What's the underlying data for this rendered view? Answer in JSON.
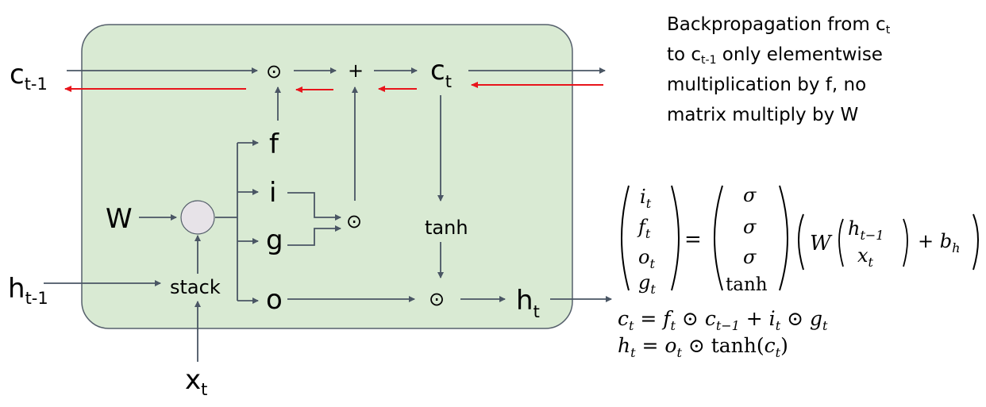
{
  "diagram": {
    "title": "LSTM cell",
    "colors": {
      "cell_fill": "#d9ead3",
      "cell_stroke": "#56606c",
      "arrow": "#4a5664",
      "backprop_arrow": "#e8141b",
      "node_fill": "#e7e3e8"
    },
    "inputs": {
      "c_prev": {
        "base": "c",
        "sub": "t-1"
      },
      "h_prev": {
        "base": "h",
        "sub": "t-1"
      },
      "x": {
        "base": "x",
        "sub": "t"
      },
      "W": "W"
    },
    "nodes": {
      "stack": "stack",
      "f_mult": "⊙",
      "plus": "+",
      "c_t": {
        "base": "c",
        "sub": "t"
      },
      "gate_f": "f",
      "gate_i": "i",
      "gate_g": "g",
      "gate_o": "o",
      "ig_mult": "⊙",
      "tanh": "tanh",
      "o_mult": "⊙",
      "h_t": {
        "base": "h",
        "sub": "t"
      }
    },
    "annotation": {
      "line1": "Backpropagation from c",
      "line1_sub": "t",
      "line2_pre": "to c",
      "line2_sub": "t-1",
      "line2_post": " only elementwise",
      "line3": "multiplication by f, no",
      "line4": "matrix multiply by W"
    },
    "equations": {
      "gates_lhs": [
        "i",
        "f",
        "o",
        "g"
      ],
      "gates_lhs_sub": "t",
      "eq": "=",
      "activations": [
        "σ",
        "σ",
        "σ",
        "tanh"
      ],
      "W": "W",
      "stack_top": "h",
      "stack_top_sub": "t−1",
      "stack_bottom": "x",
      "stack_bottom_sub": "t",
      "plus_bias": "+ b",
      "bias_sub": "h",
      "cell_eq": {
        "lhs": "c",
        "sub": "t",
        "rhs": "= f_t ⊙ c_{t−1} + i_t ⊙ g_t"
      },
      "hidden_eq": {
        "lhs": "h",
        "sub": "t",
        "rhs": "= o_t ⊙ tanh(c_t)"
      }
    }
  }
}
